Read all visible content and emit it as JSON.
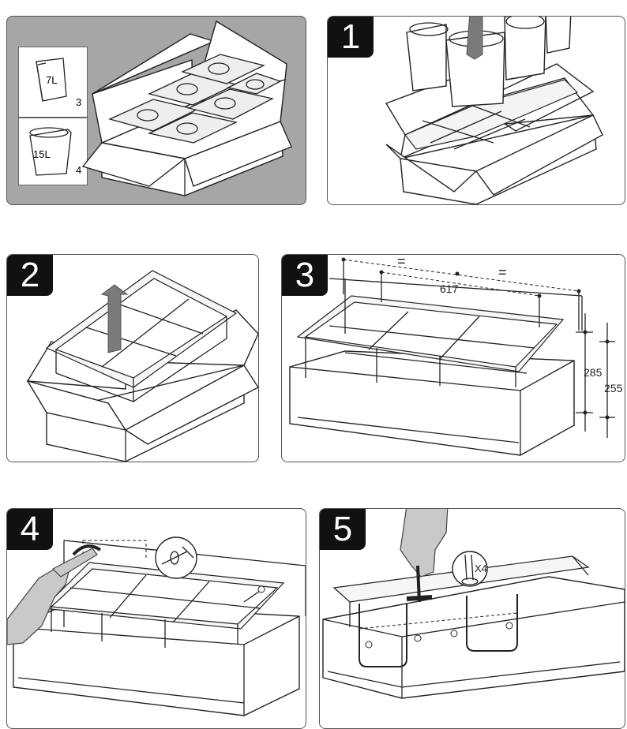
{
  "contents": {
    "bins": [
      {
        "label": "7L",
        "quantity": "3"
      },
      {
        "label": "15L",
        "quantity": "4"
      }
    ]
  },
  "steps": [
    {
      "number": "1"
    },
    {
      "number": "2"
    },
    {
      "number": "3",
      "dim_width": "617",
      "equal_left": "=",
      "equal_right": "=",
      "dim_height_outer": "285",
      "dim_height_inner": "255"
    },
    {
      "number": "4"
    },
    {
      "number": "5",
      "screw_count": "X4"
    }
  ]
}
